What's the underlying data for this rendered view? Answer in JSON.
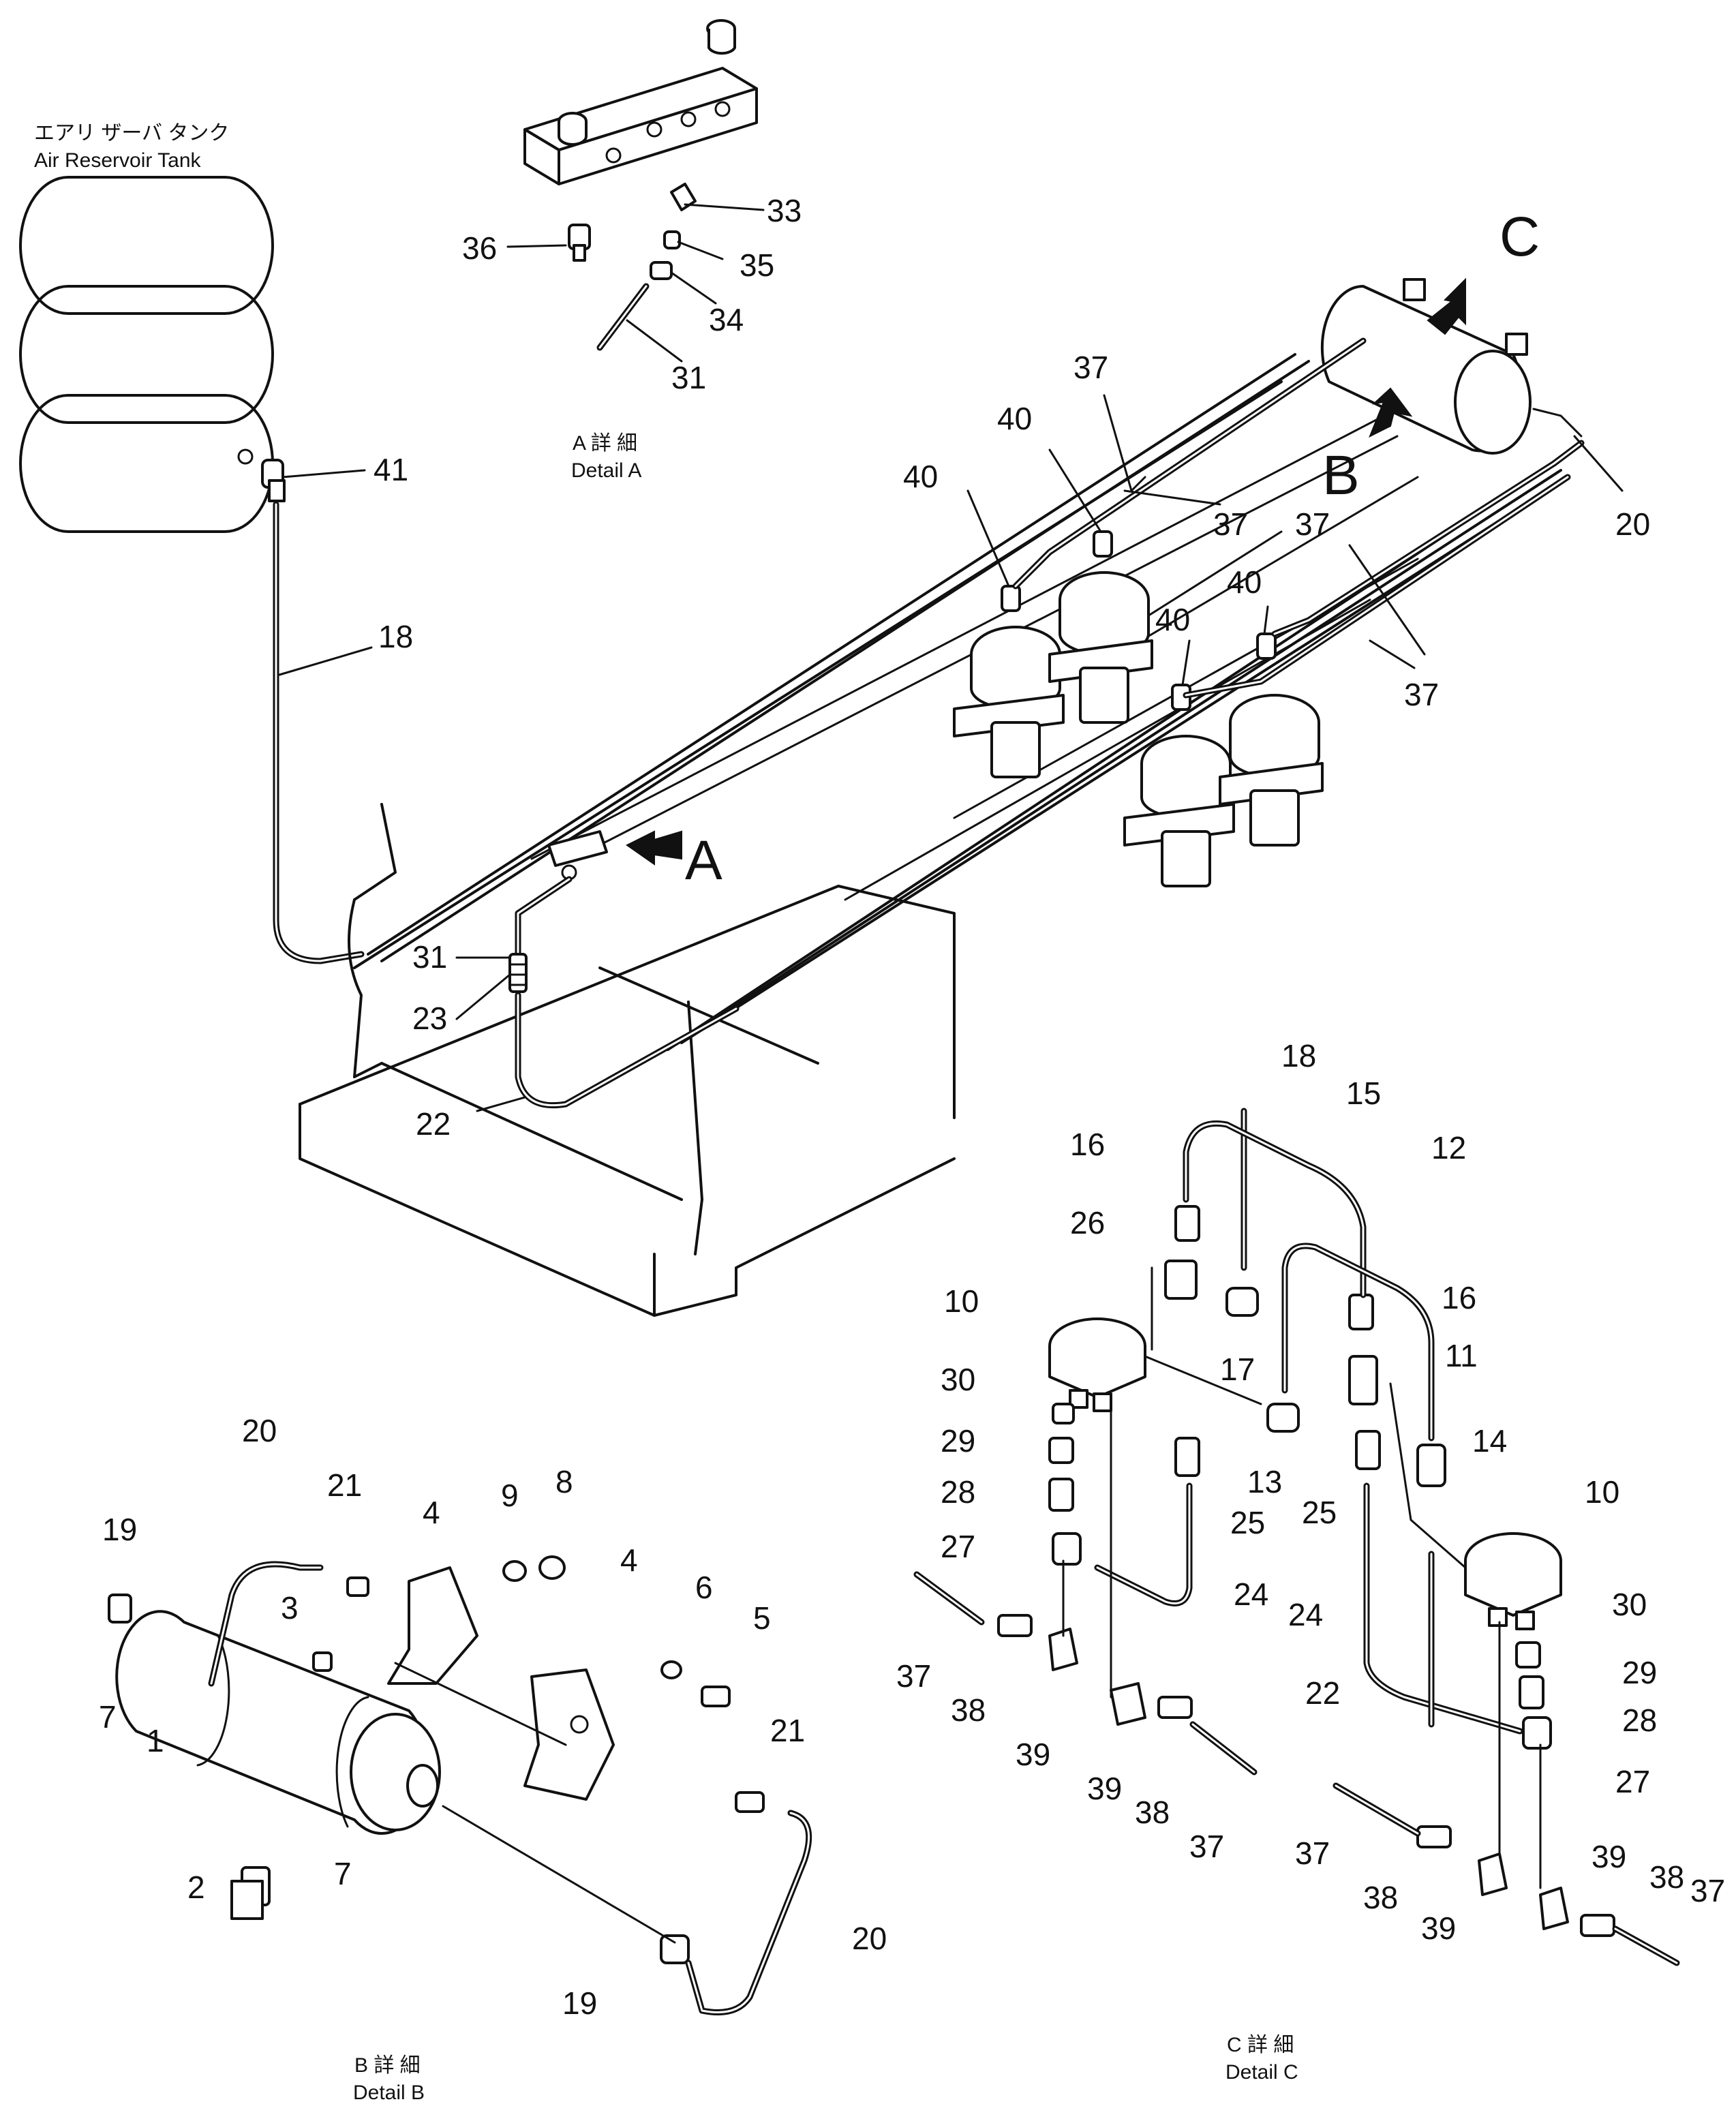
{
  "labels": {
    "tank_jp": "エアリ ザーバ タンク",
    "tank_en": "Air Reservoir Tank",
    "detail_a_jp": "A 詳 細",
    "detail_a_en": "Detail A",
    "detail_b_jp": "B 詳 細",
    "detail_b_en": "Detail B",
    "detail_c_jp": "C 詳 細",
    "detail_c_en": "Detail C",
    "view_a": "A",
    "view_b": "B",
    "view_c": "C"
  },
  "callouts": {
    "detail_a": [
      "33",
      "35",
      "36",
      "34",
      "31"
    ],
    "main": [
      "41",
      "18",
      "37",
      "40",
      "40",
      "37",
      "20",
      "37",
      "40",
      "40",
      "37",
      "31",
      "23",
      "22"
    ],
    "detail_b": [
      "20",
      "21",
      "4",
      "9",
      "8",
      "19",
      "3",
      "4",
      "6",
      "5",
      "7",
      "1",
      "21",
      "2",
      "7",
      "20",
      "19"
    ],
    "detail_c": [
      "18",
      "15",
      "16",
      "12",
      "26",
      "10",
      "16",
      "17",
      "11",
      "30",
      "14",
      "29",
      "13",
      "25",
      "25",
      "10",
      "28",
      "27",
      "24",
      "30",
      "24",
      "29",
      "22",
      "28",
      "37",
      "38",
      "39",
      "27",
      "39",
      "38",
      "37",
      "37",
      "38",
      "39",
      "39",
      "38",
      "37"
    ]
  }
}
